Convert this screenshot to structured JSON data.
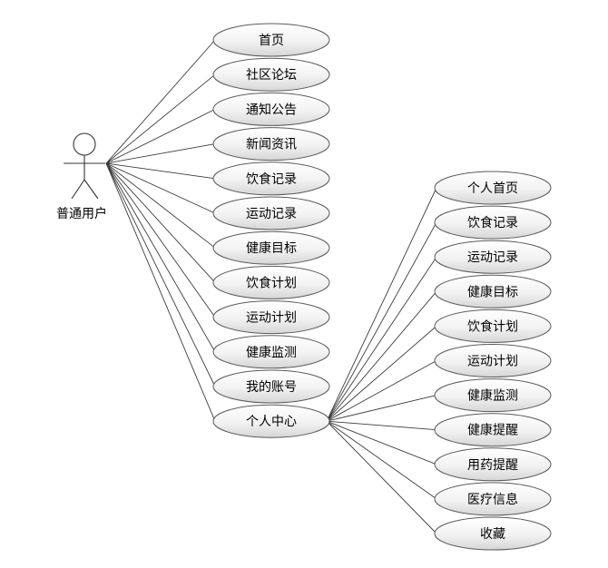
{
  "actor": {
    "label": "普通用户"
  },
  "main_use_cases": [
    {
      "label": "首页"
    },
    {
      "label": "社区论坛"
    },
    {
      "label": "通知公告"
    },
    {
      "label": "新闻资讯"
    },
    {
      "label": "饮食记录"
    },
    {
      "label": "运动记录"
    },
    {
      "label": "健康目标"
    },
    {
      "label": "饮食计划"
    },
    {
      "label": "运动计划"
    },
    {
      "label": "健康监测"
    },
    {
      "label": "我的账号"
    },
    {
      "label": "个人中心"
    }
  ],
  "personal_center_use_cases": [
    {
      "label": "个人首页"
    },
    {
      "label": "饮食记录"
    },
    {
      "label": "运动记录"
    },
    {
      "label": "健康目标"
    },
    {
      "label": "饮食计划"
    },
    {
      "label": "运动计划"
    },
    {
      "label": "健康监测"
    },
    {
      "label": "健康提醒"
    },
    {
      "label": "用药提醒"
    },
    {
      "label": "医疗信息"
    },
    {
      "label": "收藏"
    }
  ],
  "colors": {
    "ellipse_top": "#ffffff",
    "ellipse_bottom": "#dcdcdc",
    "line": "#3c3c3c"
  }
}
